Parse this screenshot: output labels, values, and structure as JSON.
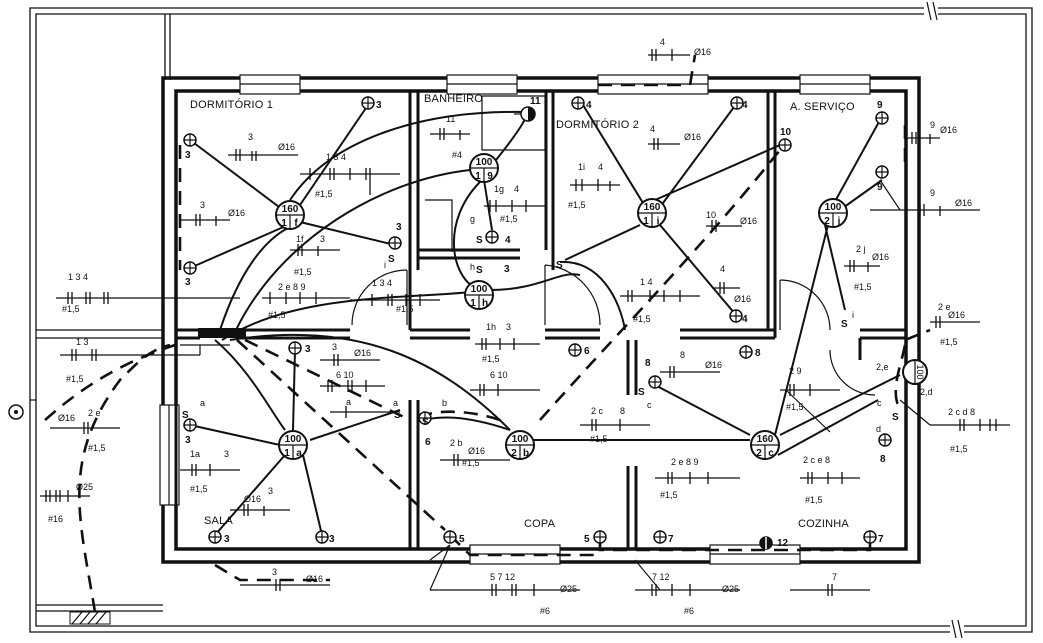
{
  "rooms": {
    "dormitorio1": "DORMITÓRIO 1",
    "banheiro": "BANHEIRO",
    "dormitorio2": "DORMITÓRIO 2",
    "aservico": "A. SERVIÇO",
    "sala": "SALA",
    "copa": "COPA",
    "cozinha": "COZINHA"
  },
  "ceiling_points": [
    {
      "top": "160",
      "bl": "1",
      "br": "f"
    },
    {
      "top": "100",
      "bl": "1",
      "br": "9"
    },
    {
      "top": "100",
      "bl": "1",
      "br": "h"
    },
    {
      "top": "160",
      "bl": "1",
      "br": "i"
    },
    {
      "top": "100",
      "bl": "2",
      "br": "j"
    },
    {
      "top": "100",
      "bl": "1",
      "br": "a"
    },
    {
      "top": "100",
      "bl": "2",
      "br": "b"
    },
    {
      "top": "160",
      "bl": "2",
      "br": "c"
    },
    {
      "top": "100",
      "bl": "",
      "br": ""
    }
  ],
  "labels": {
    "c3": "3",
    "c4": "4",
    "c5": "5",
    "c6": "6",
    "c7": "7",
    "c8": "8",
    "c9": "9",
    "c10": "10",
    "c11": "11",
    "c12": "12",
    "d16": "Ø16",
    "d25": "Ø25",
    "f15": "#1,5",
    "f4": "#4",
    "f6": "#6",
    "f16": "#16",
    "s": "S",
    "la": "a",
    "lb": "b",
    "lc": "c",
    "ld": "d",
    "lg": "g",
    "lh": "h",
    "li": "i",
    "n1": "1",
    "n2": "2",
    "n1i": "1i",
    "n1h": "1h",
    "n1a": "1a",
    "n1g": "1g",
    "n2j": "2 j",
    "n2b": "2 b",
    "n2c": "2 c",
    "n2e": "2 e",
    "n2d": "2,d",
    "n2e2": "2,e",
    "n2e89": "2 e 8 9",
    "n2ce8": "2 c e 8",
    "n2cd8": "2 c  d 8",
    "n29": "2  9",
    "n610": "6 10",
    "n134": "1  3  4",
    "n13": "1    3",
    "n134b": "1   3    4",
    "n14": "1    4",
    "n3": "3",
    "n4": "4",
    "n5712": "5     7    12",
    "n712": "7       12",
    "n2b2": "2 b",
    "n1f": "1f"
  }
}
